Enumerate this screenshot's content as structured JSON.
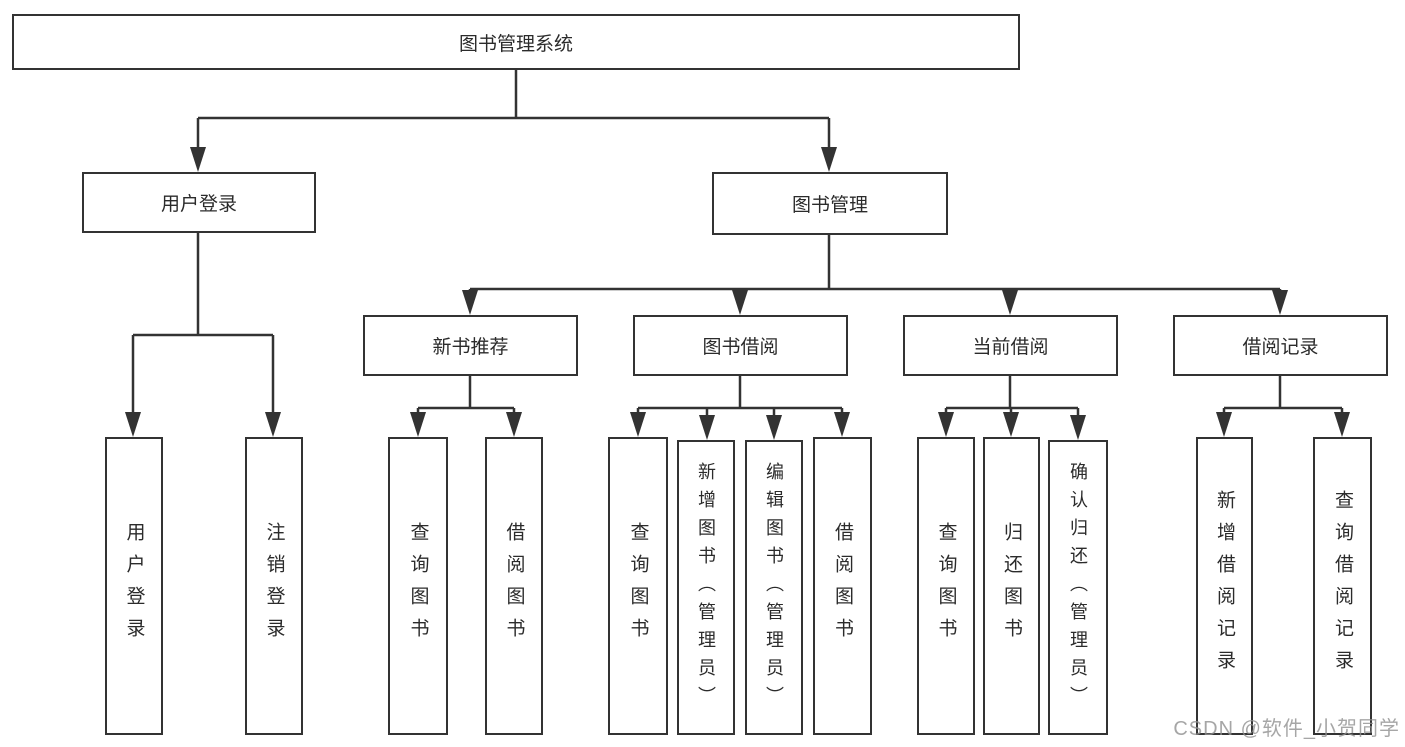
{
  "diagram": {
    "root": {
      "label": "图书管理系统"
    },
    "level1": {
      "user_login": {
        "label": "用户登录"
      },
      "book_management": {
        "label": "图书管理"
      }
    },
    "level2": {
      "new_book_recommend": {
        "label": "新书推荐"
      },
      "book_borrowing": {
        "label": "图书借阅"
      },
      "current_borrowing": {
        "label": "当前借阅"
      },
      "borrow_records": {
        "label": "借阅记录"
      }
    },
    "leaves": {
      "user_login": {
        "label": "用户登录"
      },
      "logout": {
        "label": "注销登录"
      },
      "nbr_query_books": {
        "label": "查询图书"
      },
      "nbr_borrow_books": {
        "label": "借阅图书"
      },
      "bb_query_books": {
        "label": "查询图书"
      },
      "bb_add_books": {
        "label": "新增图书（管理员）"
      },
      "bb_edit_books": {
        "label": "编辑图书（管理员）"
      },
      "bb_borrow_books": {
        "label": "借阅图书"
      },
      "cb_query_books": {
        "label": "查询图书"
      },
      "cb_return_books": {
        "label": "归还图书"
      },
      "cb_confirm_return": {
        "label": "确认归还（管理员）"
      },
      "br_add_record": {
        "label": "新增借阅记录"
      },
      "br_query_record": {
        "label": "查询借阅记录"
      }
    },
    "watermark": "CSDN @软件_小贺同学",
    "colors": {
      "line": "#333333",
      "text": "#2b2b2b",
      "watermark_gray": "#909090",
      "background": "#ffffff"
    }
  }
}
